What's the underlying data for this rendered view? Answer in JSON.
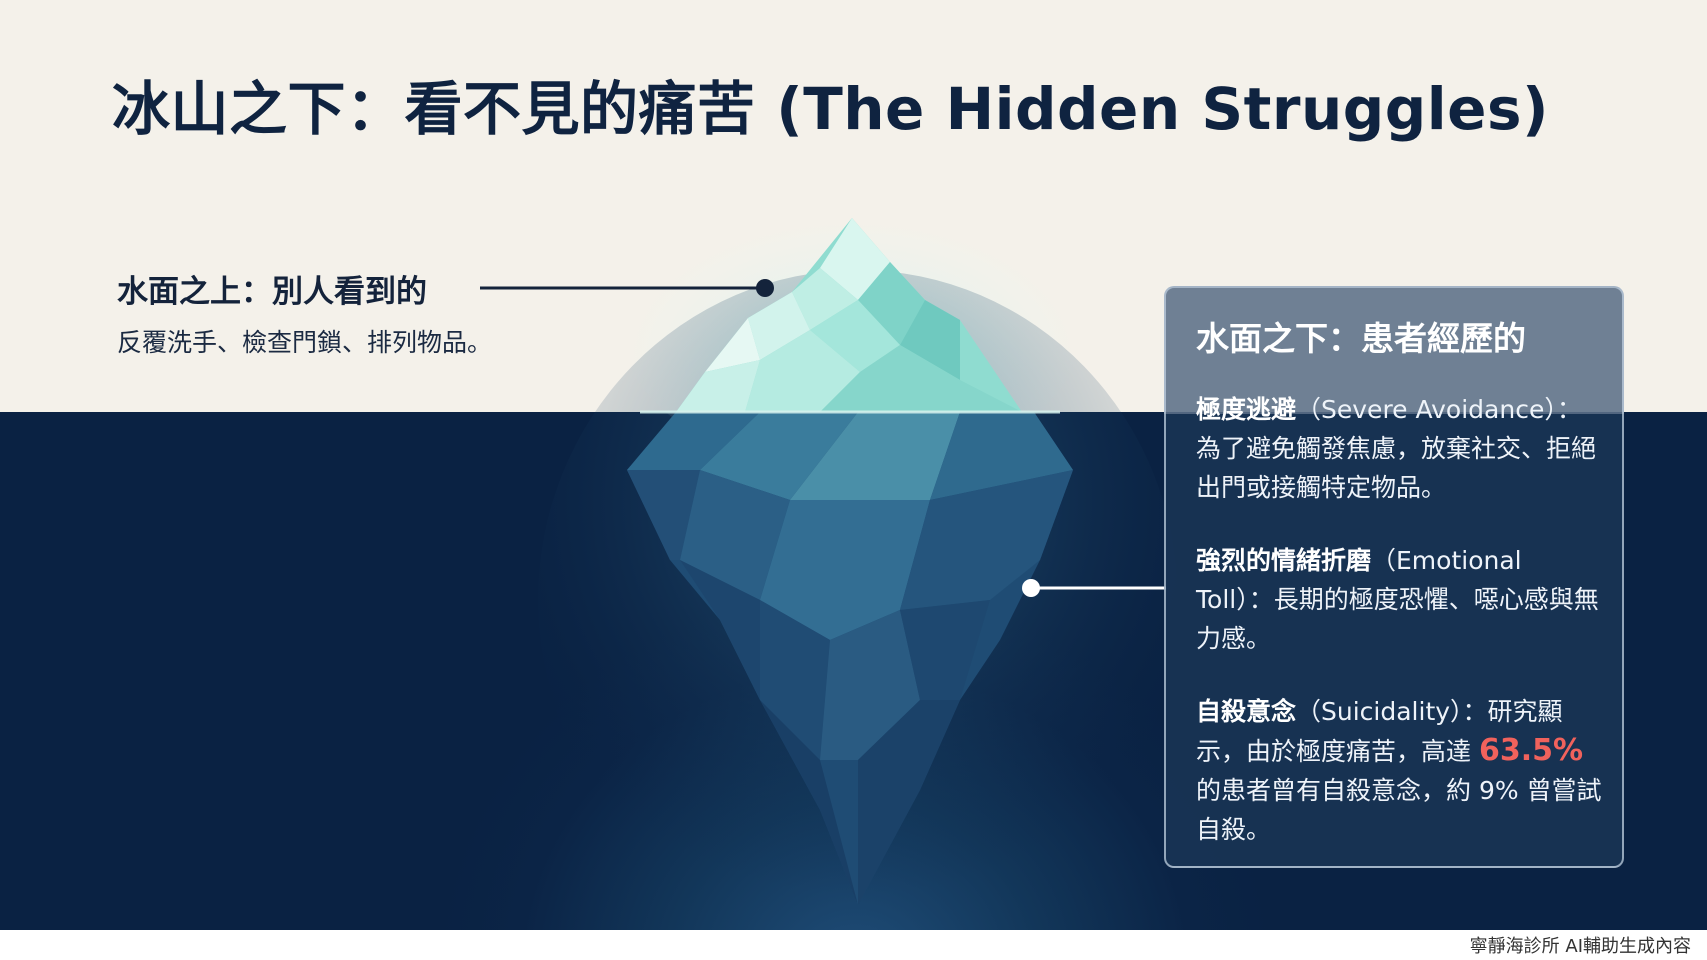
{
  "slide": {
    "title": "冰山之下：看不見的痛苦 (The Hidden Struggles)",
    "above": {
      "heading": "水面之上：別人看到的",
      "text": "反覆洗手、檢查門鎖、排列物品。"
    },
    "below": {
      "heading": "水面之下：患者經歷的",
      "items": [
        {
          "term": "極度逃避",
          "text": "（Severe Avoidance）：為了避免觸發焦慮，放棄社交、拒絕出門或接觸特定物品。"
        },
        {
          "term": "強烈的情緒折磨",
          "text": "（Emotional Toll）：長期的極度恐懼、噁心感與無力感。"
        },
        {
          "term": "自殺意念",
          "text_before": "（Suicidality）：研究顯示，由於極度痛苦，高達 ",
          "highlight": "63.5%",
          "text_after": " 的患者曾有自殺意念，約 9% 曾嘗試自殺。"
        }
      ]
    }
  },
  "footer": {
    "credit": "寧靜海診所 AI輔助生成內容"
  },
  "colors": {
    "title": "#0f2340",
    "sky": "#f4f1ea",
    "sea": "#0b2446",
    "highlight": "#f0625c",
    "ice_light": "#a9ece0",
    "ice_dark": "#244e76"
  },
  "icons": [
    "iceberg-illustration",
    "pointer-dot"
  ]
}
